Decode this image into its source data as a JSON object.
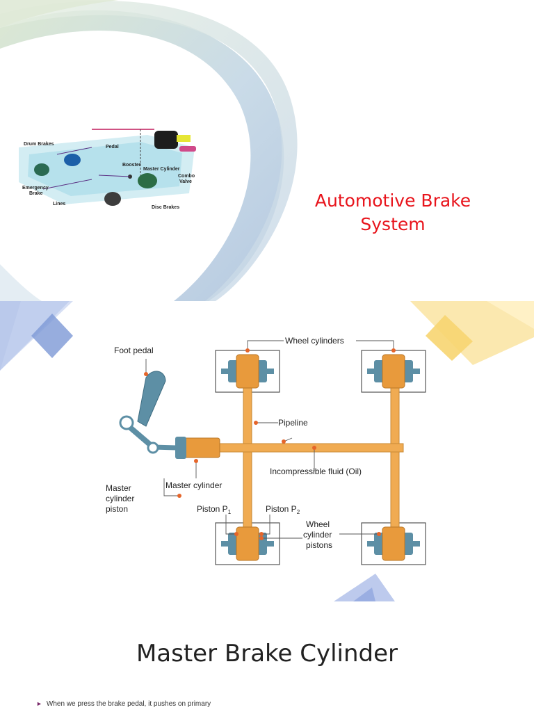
{
  "slide1": {
    "title_line1": "Automotive Brake",
    "title_line2": "System",
    "thumb_labels": {
      "drum_brakes": "Drum Brakes",
      "pedal": "Pedal",
      "booster": "Booster",
      "master_cylinder": "Master Cylinder",
      "combo_valve_1": "Combo",
      "combo_valve_2": "Valve",
      "emergency_brake_1": "Emergency",
      "emergency_brake_2": "Brake",
      "lines": "Lines",
      "disc_brakes": "Disc Brakes"
    }
  },
  "slide2": {
    "labels": {
      "wheel_cylinders": "Wheel cylinders",
      "foot_pedal": "Foot pedal",
      "pipeline": "Pipeline",
      "incompressible_fluid": "Incompressible fluid (Oil)",
      "master_cylinder_piston_1": "Master",
      "master_cylinder_piston_2": "cylinder",
      "master_cylinder_piston_3": "piston",
      "master_cylinder": "Master cylinder",
      "piston_p1": "Piston P",
      "piston_p1_sub": "1",
      "piston_p2": "Piston P",
      "piston_p2_sub": "2",
      "wheel_cylinder_pistons_1": "Wheel",
      "wheel_cylinder_pistons_2": "cylinder",
      "wheel_cylinder_pistons_3": "pistons"
    },
    "colors": {
      "pipe": "#f0ab52",
      "cylinder": "#e89a3c",
      "piston": "#5d8fa5",
      "marker": "#e5652a",
      "leader": "#555555"
    }
  },
  "slide3": {
    "title": "Master Brake Cylinder",
    "bullet_text": "When we press the brake pedal, it pushes on primary"
  }
}
